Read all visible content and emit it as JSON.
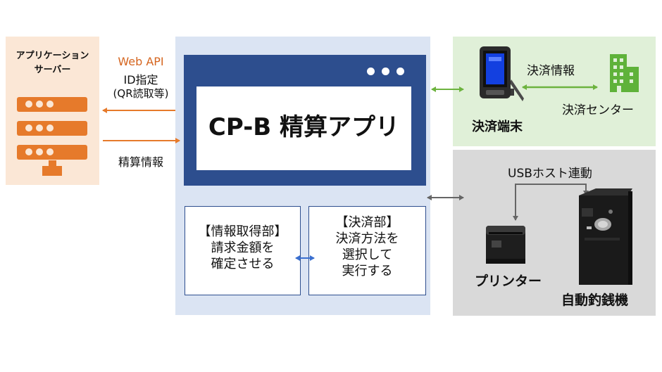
{
  "server": {
    "title_line1": "アプリケーション",
    "title_line2": "サーバー"
  },
  "links": {
    "web_api": "Web API",
    "id_spec": "ID指定",
    "qr": "(QR読取等)",
    "settlement_info": "精算情報"
  },
  "app": {
    "title": "CP-B 精算アプリ",
    "info_box": {
      "line1": "【情報取得部】",
      "line2": "請求金額を",
      "line3": "確定させる"
    },
    "pay_box": {
      "line1": "【決済部】",
      "line2": "決済方法を",
      "line3": "選択して",
      "line4": "実行する"
    }
  },
  "payment": {
    "info_label": "決済情報",
    "terminal_label": "決済端末",
    "center_label": "決済センター"
  },
  "usb": {
    "label": "USBホスト連動",
    "printer_label": "プリンター",
    "changer_label": "自動釣銭機"
  },
  "colors": {
    "orange": "#e67a2b",
    "navy": "#2d4e8e",
    "green": "#6db33f",
    "blue_arrow": "#3a6fcf",
    "gray_arrow": "#666666"
  }
}
